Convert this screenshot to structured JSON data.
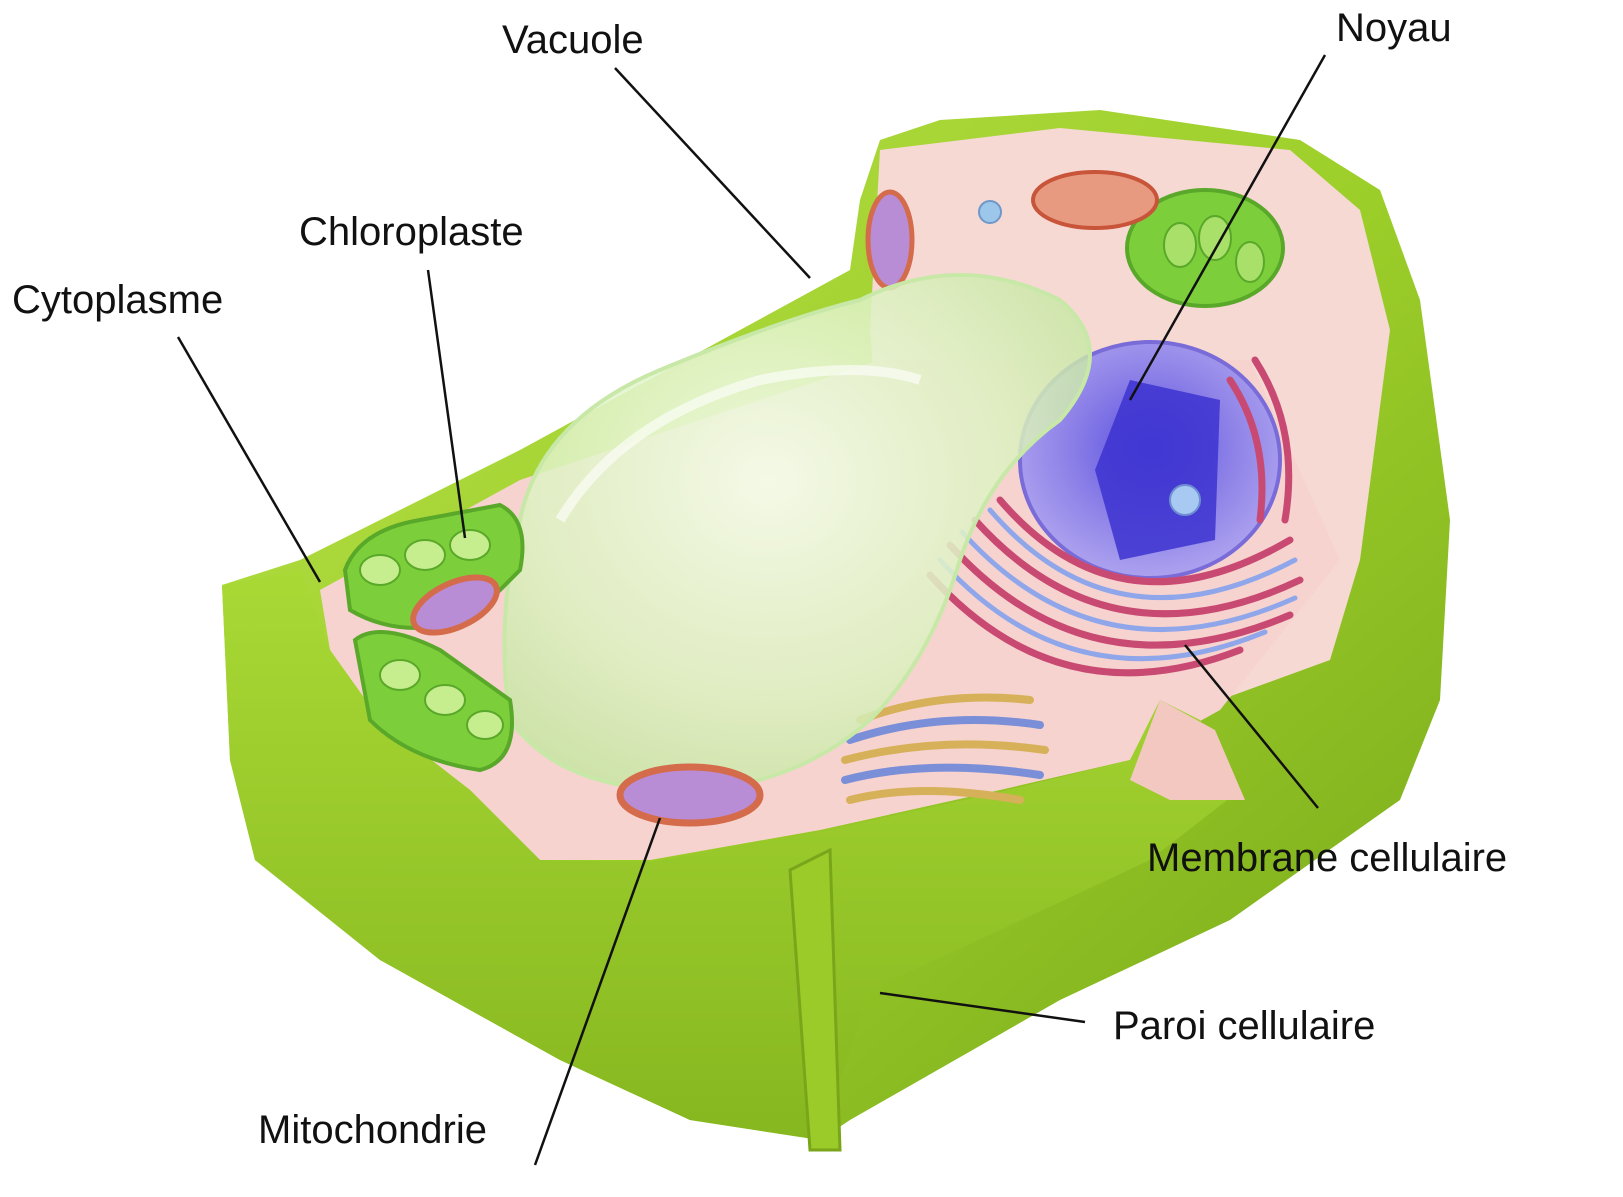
{
  "labels": {
    "vacuole": "Vacuole",
    "noyau": "Noyau",
    "chloroplaste": "Chloroplaste",
    "cytoplasme": "Cytoplasme",
    "membrane": "Membrane cellulaire",
    "paroi": "Paroi cellulaire",
    "mitochondrie": "Mitochondrie"
  },
  "colors": {
    "cell_wall": "#9dcf2a",
    "cytoplasm": "#f7d3cf",
    "vacuole": "#d9f1b8",
    "chloroplast": "#7ccf3a",
    "nucleus": "#8f83e8",
    "mitochondria": "#e3775b",
    "endoplasmic_reticulum": "#c84a72",
    "golgi": "#d7b15a"
  }
}
